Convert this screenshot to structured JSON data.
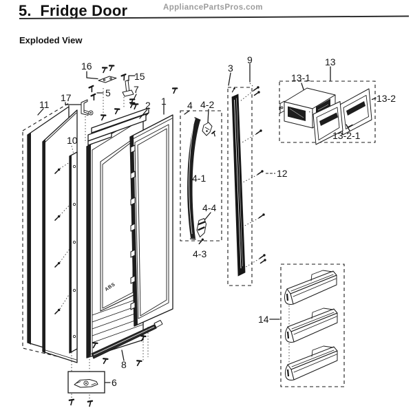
{
  "header": {
    "title": "5.  Fridge Door",
    "watermark": "AppliancePartsPros.com",
    "subtitle": "Exploded View"
  },
  "diagram": {
    "door_marking": "ABS",
    "labels": {
      "p1": "1",
      "p2": "2",
      "p3": "3",
      "p4": "4",
      "p4_1": "4-1",
      "p4_2": "4-2",
      "p4_3": "4-3",
      "p4_4": "4-4",
      "p5": "5",
      "p6": "6",
      "p7": "7",
      "p8": "8",
      "p9": "9",
      "p10": "10",
      "p11": "11",
      "p12": "12",
      "p13": "13",
      "p13_1": "13-1",
      "p13_2": "13-2",
      "p13_2_1": "13-2-1",
      "p14": "14",
      "p15": "15",
      "p16": "16",
      "p17": "17"
    }
  },
  "colors": {
    "ink": "#1a1a1a",
    "watermark": "#9c9c9c",
    "paper": "#ffffff"
  }
}
